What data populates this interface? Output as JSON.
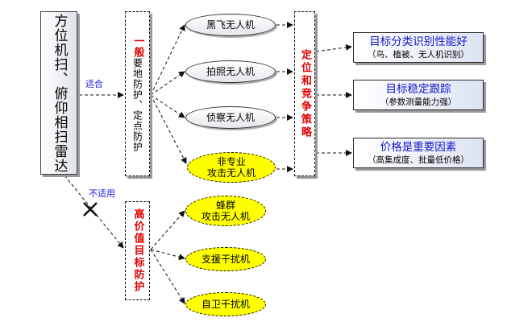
{
  "radar": "方位机扫、俯仰相扫雷达",
  "labels": {
    "suitable": "适合",
    "unsuitable": "不适用"
  },
  "general_protection": {
    "emphasis": "一般",
    "rest": "要地防护、定点防护"
  },
  "strategy": "定位和竞争策略",
  "high_value_protection": "高价值目标防护",
  "drones": [
    {
      "text": "黑飞无人机",
      "style": "gray"
    },
    {
      "text": "拍照无人机",
      "style": "gray"
    },
    {
      "text": "侦察无人机",
      "style": "gray"
    },
    {
      "line1": "非专业",
      "line2": "攻击无人机",
      "style": "yellow"
    }
  ],
  "high_value_targets": [
    {
      "line1": "蜂群",
      "line2": "攻击无人机"
    },
    {
      "text": "支援干扰机"
    },
    {
      "text": "自卫干扰机"
    }
  ],
  "results": [
    {
      "title": "目标分类识别性能好",
      "sub": "（鸟、植被、无人机识别）"
    },
    {
      "title": "目标稳定跟踪",
      "sub": "（参数测量能力强）"
    },
    {
      "title": "价格是重要因素",
      "sub": "（高集成度、批量低价格）"
    }
  ],
  "colors": {
    "emphasis_red": "#e00000",
    "label_blue": "#1a1ae0",
    "title_blue": "#1515c8",
    "highlight_yellow": "#ffff00"
  }
}
